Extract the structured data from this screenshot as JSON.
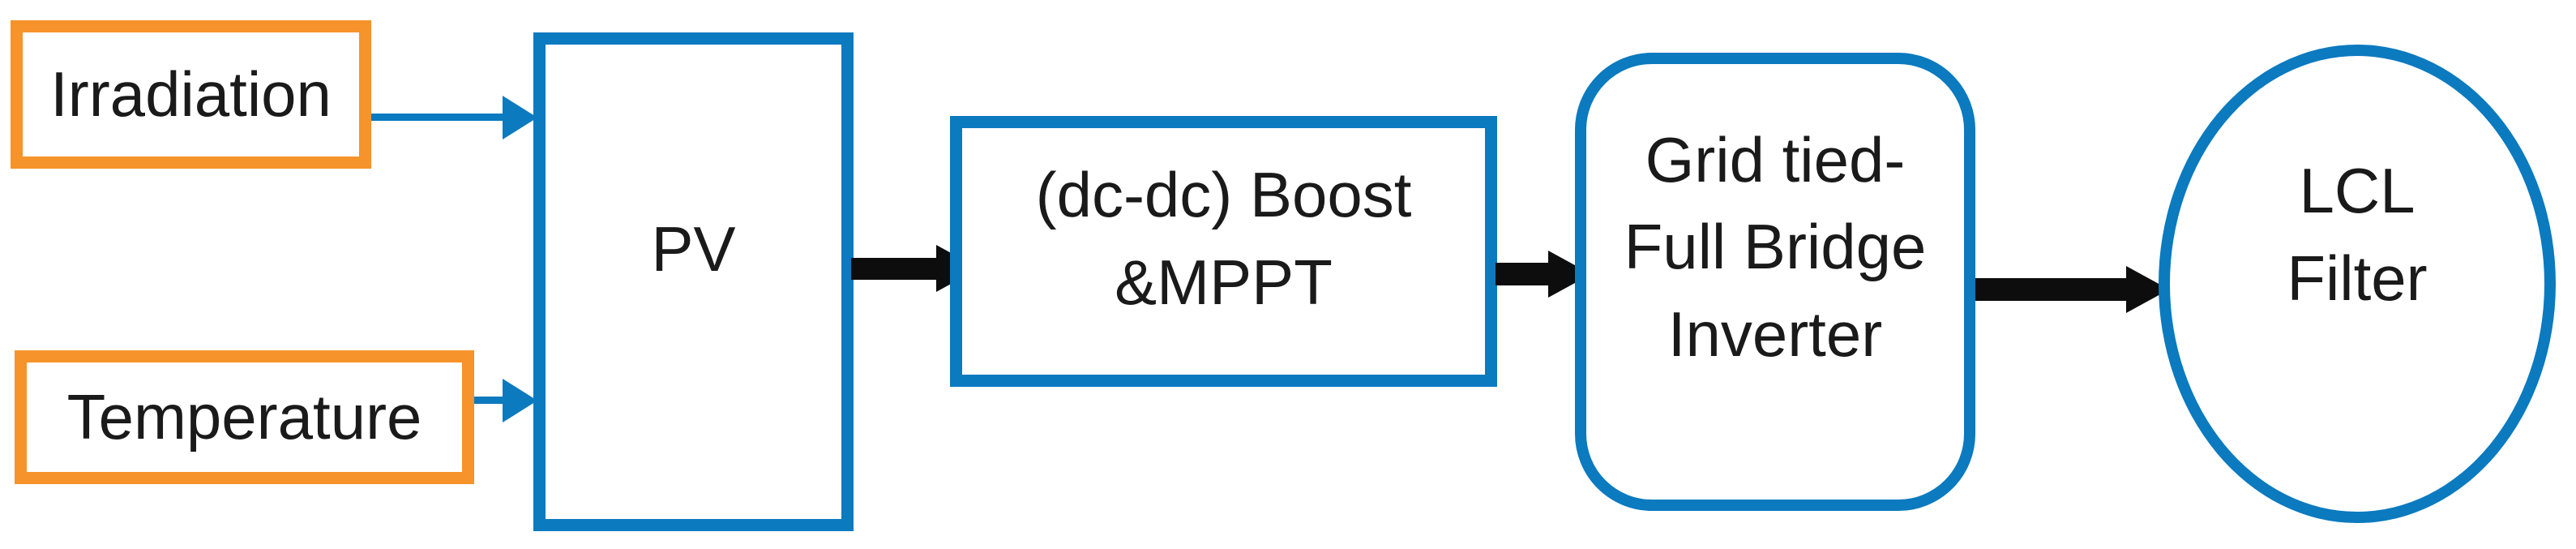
{
  "colors": {
    "blue": "#0b7abf",
    "orange": "#f7932b",
    "black": "#0d0d0d",
    "text": "#1a1a1a",
    "background": "#ffffff"
  },
  "nodes": {
    "irradiation": {
      "label": "Irradiation",
      "shape": "rectangle",
      "border": "orange"
    },
    "temperature": {
      "label": "Temperature",
      "shape": "rectangle",
      "border": "orange"
    },
    "pv": {
      "label": "PV",
      "shape": "rectangle",
      "border": "blue"
    },
    "boost": {
      "line1": "(dc-dc) Boost",
      "line2": "&MPPT",
      "shape": "rectangle",
      "border": "blue"
    },
    "inverter": {
      "line1": "Grid tied-",
      "line2": "Full Bridge",
      "line3": "Inverter",
      "shape": "rounded-rectangle",
      "border": "blue"
    },
    "lcl": {
      "line1": "LCL",
      "line2": "Filter",
      "shape": "ellipse",
      "border": "blue"
    }
  },
  "connections": [
    {
      "from": "Irradiation",
      "to": "PV",
      "style": "thin-blue-arrow"
    },
    {
      "from": "Temperature",
      "to": "PV",
      "style": "thin-blue-arrow"
    },
    {
      "from": "PV",
      "to": "(dc-dc) Boost &MPPT",
      "style": "thick-black-arrow"
    },
    {
      "from": "(dc-dc) Boost &MPPT",
      "to": "Grid tied- Full Bridge Inverter",
      "style": "thick-black-arrow"
    },
    {
      "from": "Grid tied- Full Bridge Inverter",
      "to": "LCL Filter",
      "style": "thick-black-arrow"
    }
  ]
}
